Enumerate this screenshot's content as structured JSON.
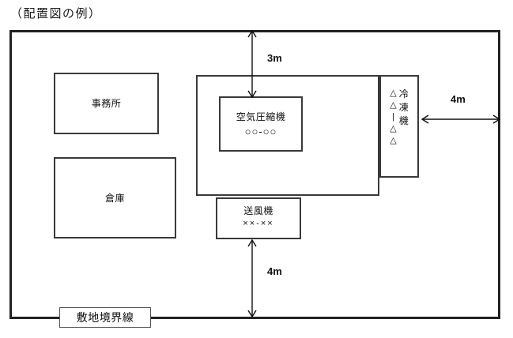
{
  "title": "（配置図の例）",
  "site": {
    "boundary_label": "敷地境界線"
  },
  "buildings": {
    "office": {
      "label": "事務所"
    },
    "warehouse": {
      "label": "倉庫"
    },
    "factory": {
      "label": ""
    },
    "compressor": {
      "label": "空気圧縮機",
      "code": "○○-○○"
    },
    "freezer": {
      "label": "冷凍機",
      "code": [
        "△",
        "△",
        "|",
        "△",
        "△"
      ],
      "name_chars": [
        "冷",
        "凍",
        "機"
      ]
    },
    "blower": {
      "label": "送風機",
      "code": "××-××"
    }
  },
  "dimensions": {
    "top": {
      "value": "3m",
      "direction": "vertical"
    },
    "right": {
      "value": "4m",
      "direction": "horizontal"
    },
    "bottom": {
      "value": "4m",
      "direction": "vertical"
    }
  },
  "colors": {
    "boundary_stroke": "#222222",
    "box_stroke": "#3a3a3a",
    "text": "#111111",
    "background": "#ffffff"
  }
}
